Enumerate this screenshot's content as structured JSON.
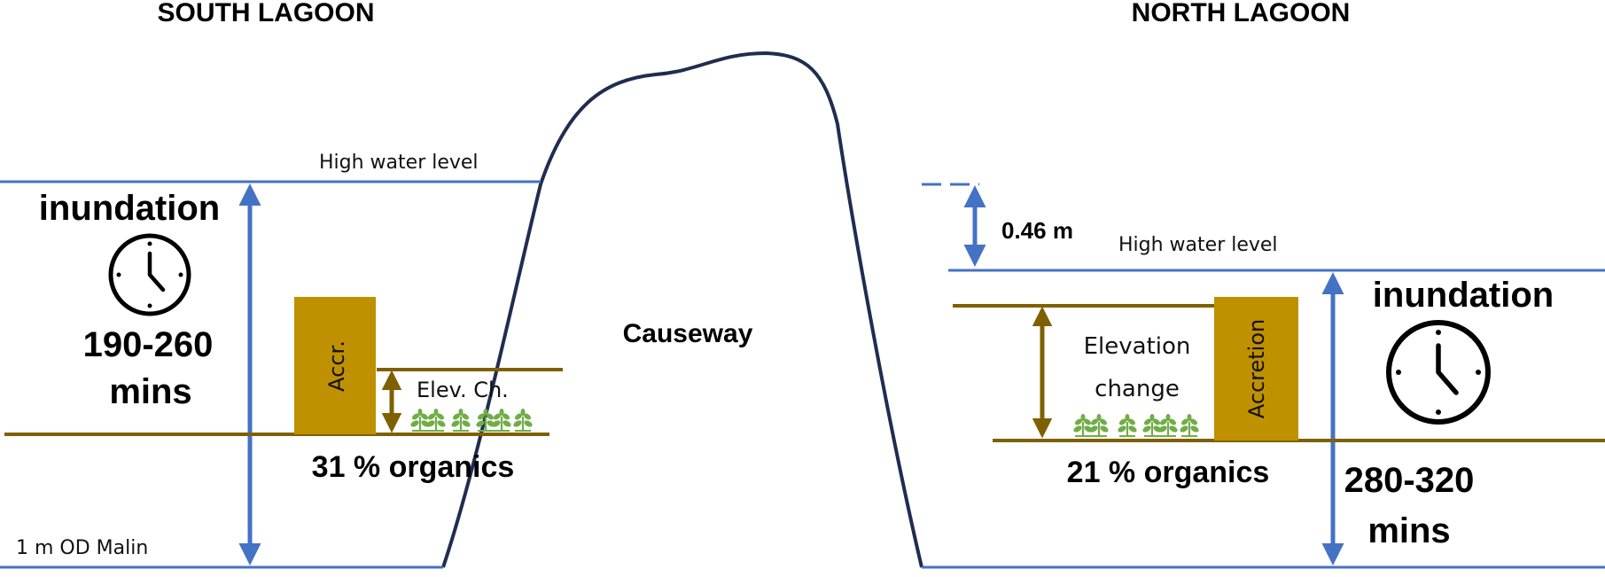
{
  "south": {
    "title": "SOUTH LAGOON",
    "high_water_label": "High water level",
    "inundation_label": "inundation",
    "duration_value": "190-260",
    "duration_unit": "mins",
    "accretion_label": "Accr.",
    "elevation_label": "Elev. Ch.",
    "organics_label": "31 % organics",
    "datum_label": "1 m OD Malin"
  },
  "north": {
    "title": "NORTH LAGOON",
    "offset_label": "0.46 m",
    "high_water_label": "High water level",
    "inundation_label": "inundation",
    "duration_value": "280-320",
    "duration_unit": "mins",
    "accretion_label": "Accretion",
    "elevation_line1": "Elevation",
    "elevation_line2": "change",
    "organics_label": "21 % organics"
  },
  "causeway_label": "Causeway",
  "colors": {
    "water": "#4472c4",
    "sediment": "#7f6000",
    "accretion": "#bf9000",
    "causeway": "#1f2d4f",
    "plants": "#70ad47"
  },
  "icons": [
    "clock-icon",
    "plant-icon"
  ]
}
